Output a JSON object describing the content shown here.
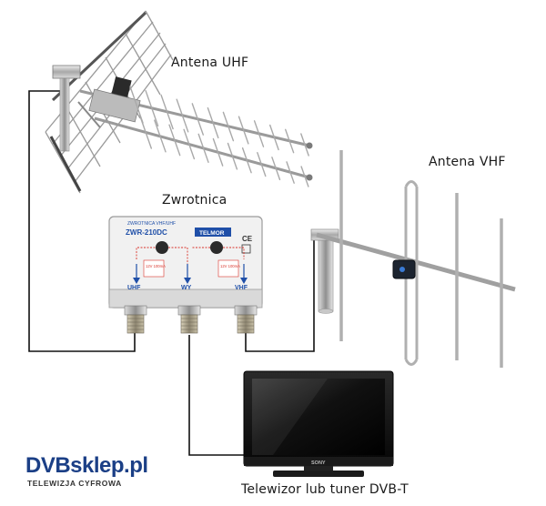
{
  "labels": {
    "uhf_antenna": "Antena UHF",
    "vhf_antenna": "Antena VHF",
    "combiner": "Zwrotnica",
    "tv": "Telewizor lub tuner DVB-T"
  },
  "combiner_device": {
    "header": "ZWROTNICA VHF/UHF",
    "model": "ZWR-210DC",
    "brand": "TELMOR",
    "port_uhf": "UHF",
    "port_out": "WY",
    "port_vhf": "VHF",
    "spec_left": "12V 100mA",
    "spec_right": "12V 100mA",
    "ce_mark": "CE"
  },
  "tv_brand": "SONY",
  "logo": {
    "dvb": "DVB",
    "sklep": "sklep.pl",
    "tagline": "TELEWIZJA CYFROWA"
  },
  "colors": {
    "cable": "#111111",
    "logo_blue": "#1b3f86",
    "device_body": "#f4f4f4",
    "device_accent": "#1f4fa8"
  }
}
